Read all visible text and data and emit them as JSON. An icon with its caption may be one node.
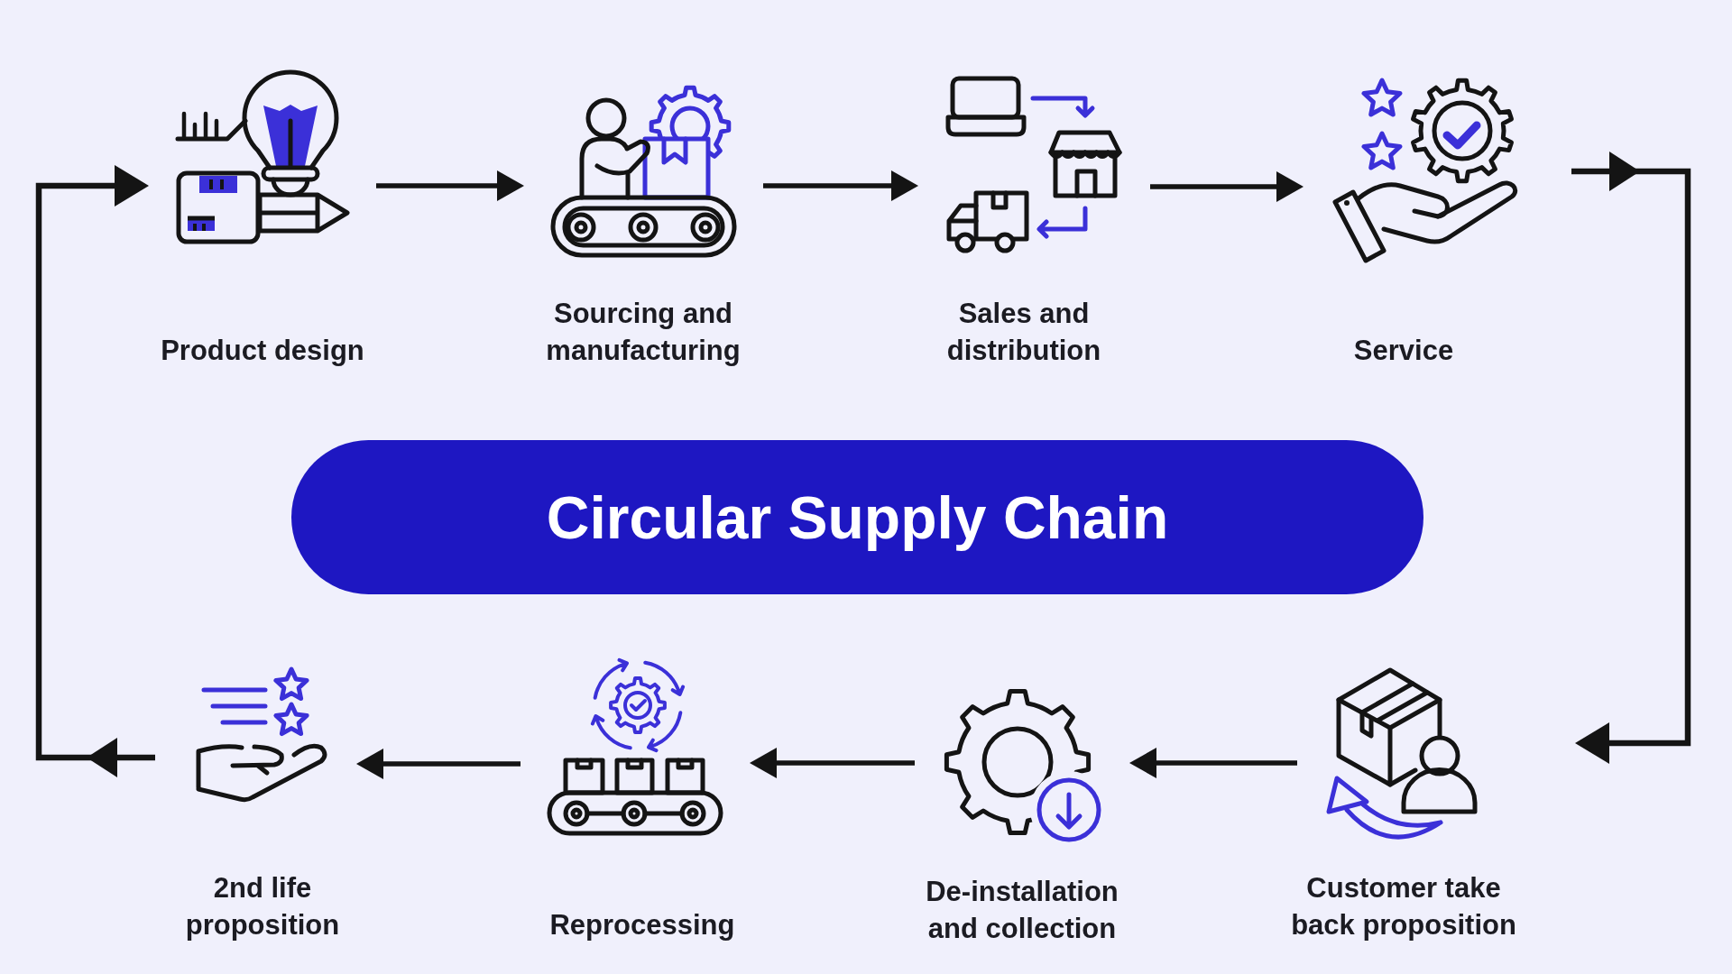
{
  "diagram": {
    "nodes": [
      {
        "text": [
          "Product design"
        ]
      },
      {
        "text": [
          "Sourcing and manufacturing"
        ]
      },
      {
        "text": [
          "Sales and distribution"
        ]
      },
      {
        "text": [
          "Service"
        ]
      },
      {
        "text": [
          "Circular Supply Chain"
        ]
      },
      {
        "text": [
          "2nd life proposition"
        ]
      },
      {
        "text": [
          "Reprocessing"
        ]
      },
      {
        "text": [
          "De-installation and collection"
        ]
      },
      {
        "text": [
          "Customer take back proposition"
        ]
      }
    ],
    "edges": [
      {
        "from": 0,
        "to": 1,
        "arrow": "to"
      },
      {
        "from": 1,
        "to": 2,
        "arrow": "to"
      },
      {
        "from": 2,
        "to": 3,
        "arrow": "to"
      },
      {
        "from": 3,
        "to": 8,
        "arrow": "to"
      },
      {
        "from": 8,
        "to": 7,
        "arrow": "to"
      },
      {
        "from": 7,
        "to": 6,
        "arrow": "to"
      },
      {
        "from": 6,
        "to": 5,
        "arrow": "to"
      },
      {
        "from": 5,
        "to": 0,
        "arrow": "to"
      }
    ]
  }
}
